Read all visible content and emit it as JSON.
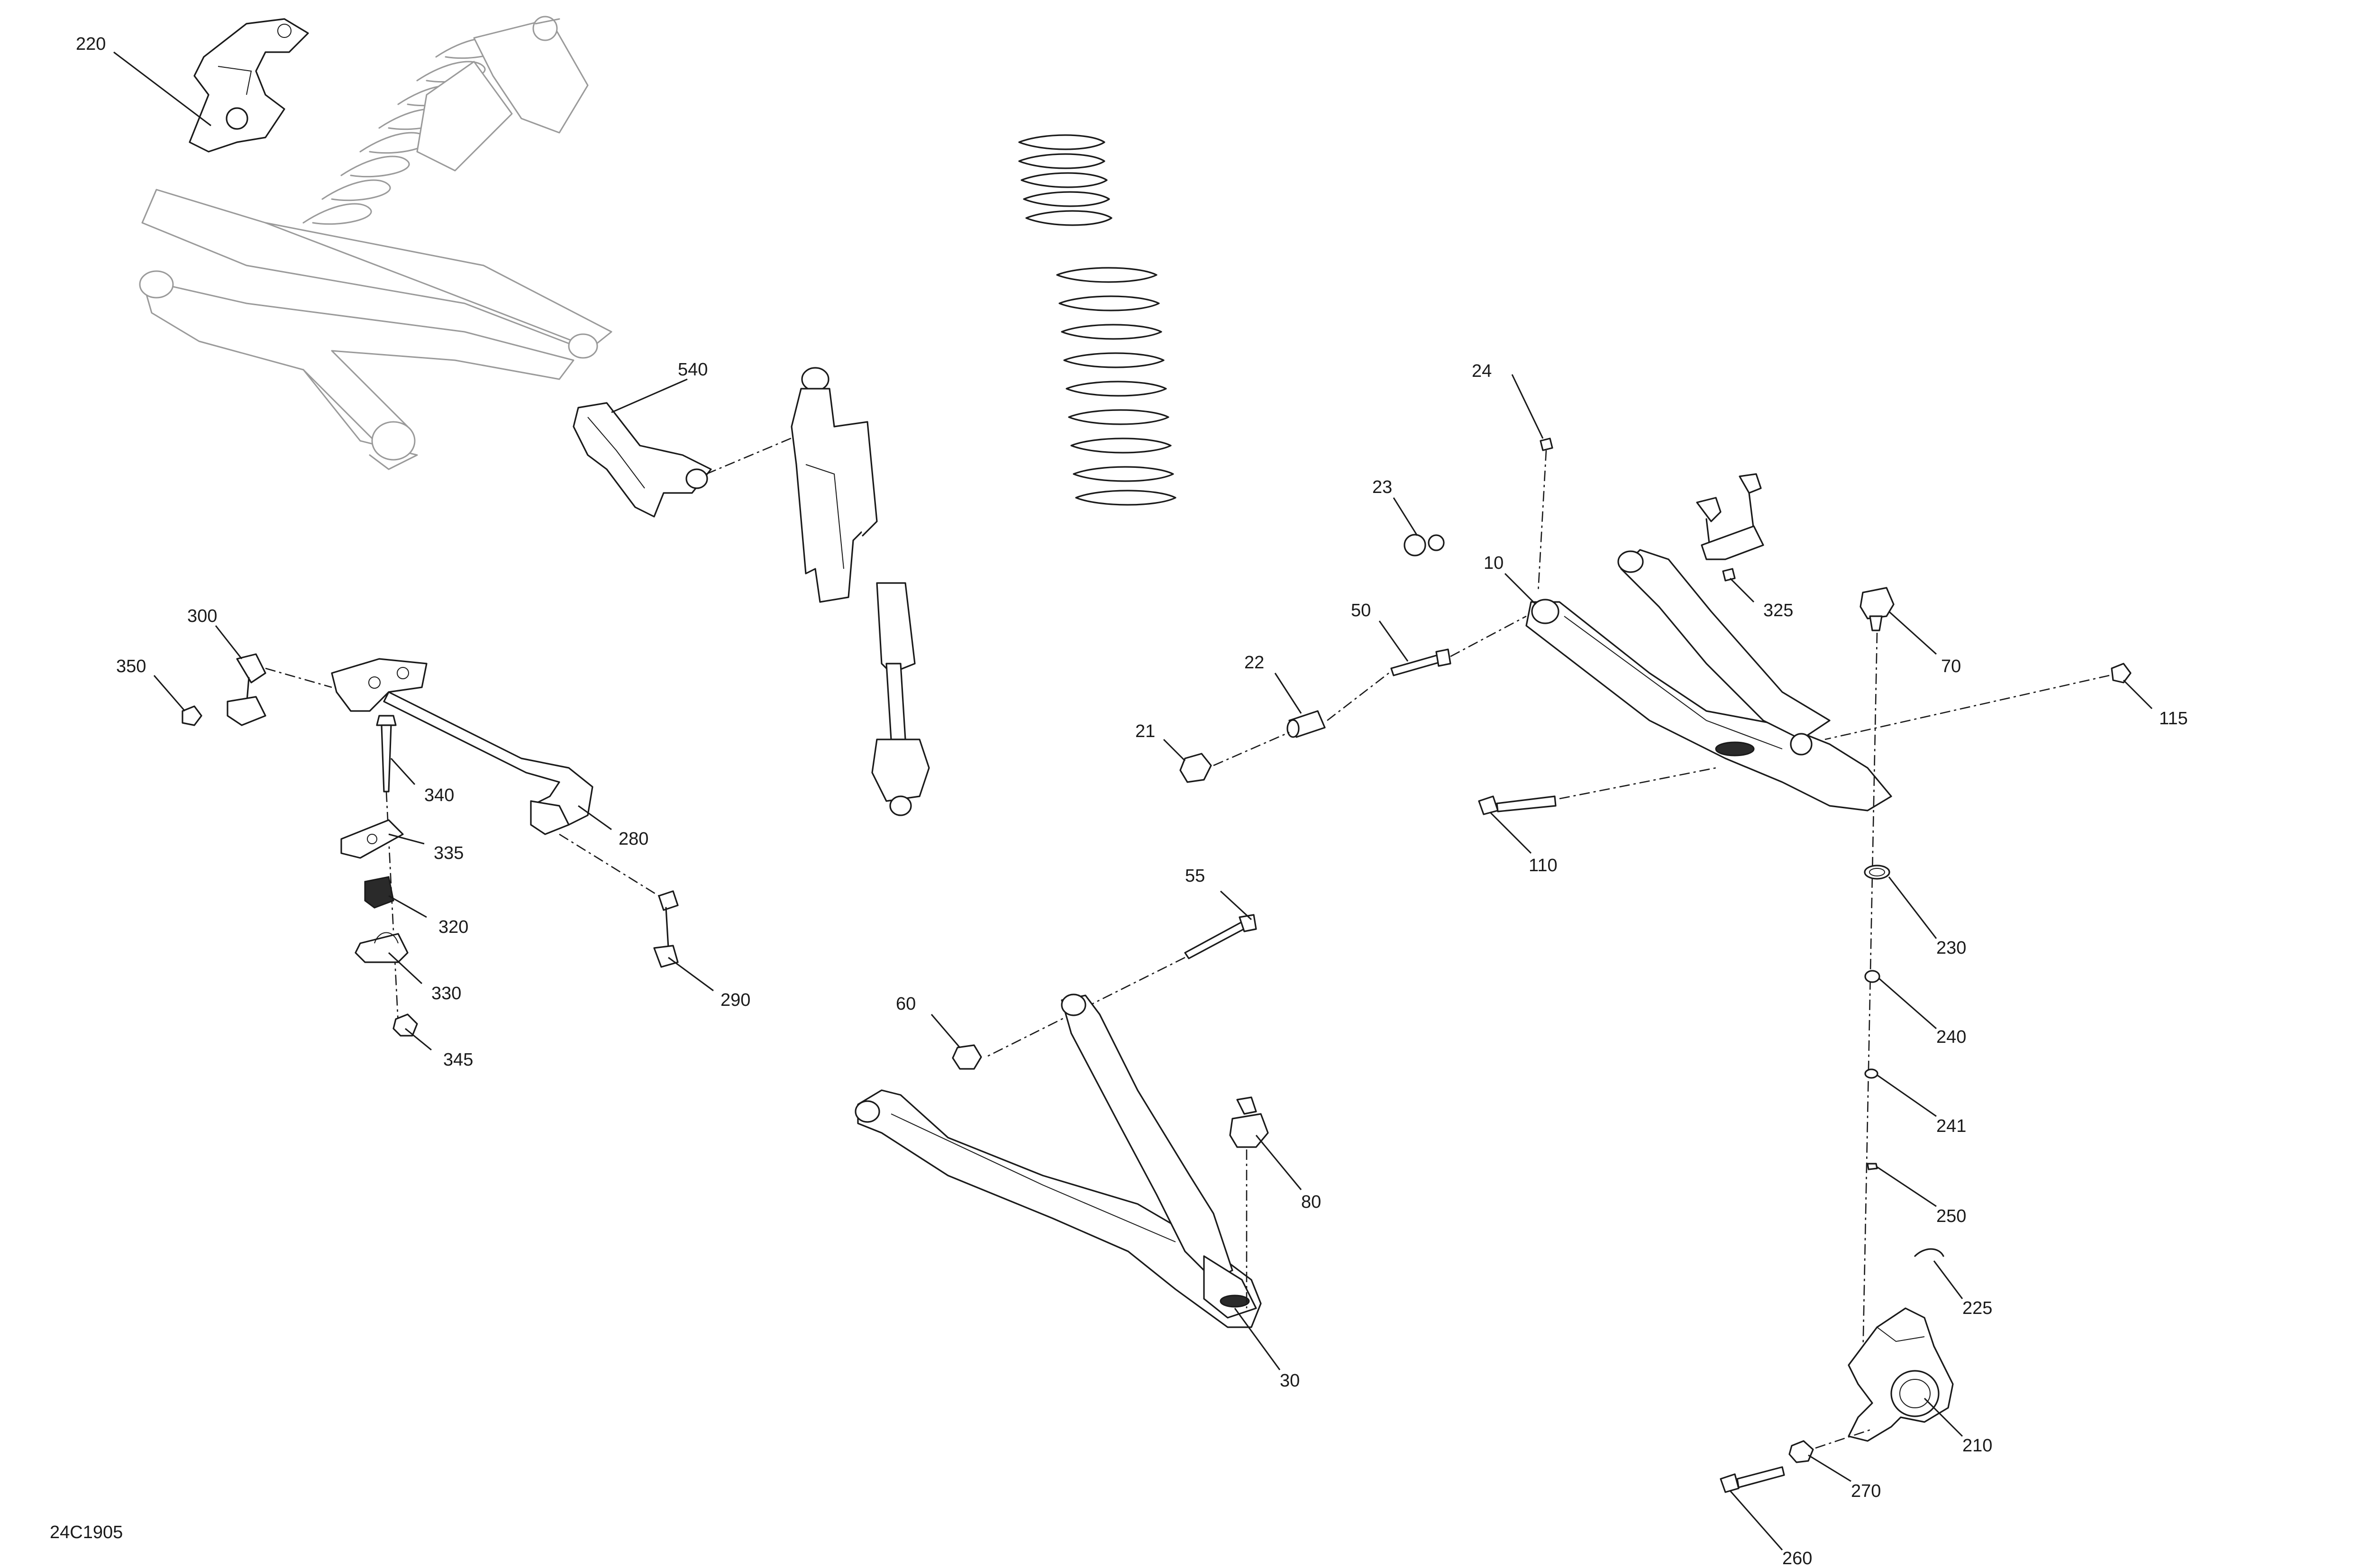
{
  "drawing_code": "24C1905",
  "callouts": [
    {
      "id": "c220",
      "text": "220"
    },
    {
      "id": "c540",
      "text": "540"
    },
    {
      "id": "c300",
      "text": "300"
    },
    {
      "id": "c350",
      "text": "350"
    },
    {
      "id": "c340",
      "text": "340"
    },
    {
      "id": "c335",
      "text": "335"
    },
    {
      "id": "c320",
      "text": "320"
    },
    {
      "id": "c330",
      "text": "330"
    },
    {
      "id": "c345",
      "text": "345"
    },
    {
      "id": "c280",
      "text": "280"
    },
    {
      "id": "c290",
      "text": "290"
    },
    {
      "id": "c24",
      "text": "24"
    },
    {
      "id": "c23",
      "text": "23"
    },
    {
      "id": "c10",
      "text": "10"
    },
    {
      "id": "c50",
      "text": "50"
    },
    {
      "id": "c22",
      "text": "22"
    },
    {
      "id": "c21",
      "text": "21"
    },
    {
      "id": "c325",
      "text": "325"
    },
    {
      "id": "c70",
      "text": "70"
    },
    {
      "id": "c115",
      "text": "115"
    },
    {
      "id": "c110",
      "text": "110"
    },
    {
      "id": "c55",
      "text": "55"
    },
    {
      "id": "c60",
      "text": "60"
    },
    {
      "id": "c80",
      "text": "80"
    },
    {
      "id": "c30",
      "text": "30"
    },
    {
      "id": "c230",
      "text": "230"
    },
    {
      "id": "c240",
      "text": "240"
    },
    {
      "id": "c241",
      "text": "241"
    },
    {
      "id": "c250",
      "text": "250"
    },
    {
      "id": "c225",
      "text": "225"
    },
    {
      "id": "c210",
      "text": "210"
    },
    {
      "id": "c270",
      "text": "270"
    },
    {
      "id": "c260",
      "text": "260"
    }
  ]
}
